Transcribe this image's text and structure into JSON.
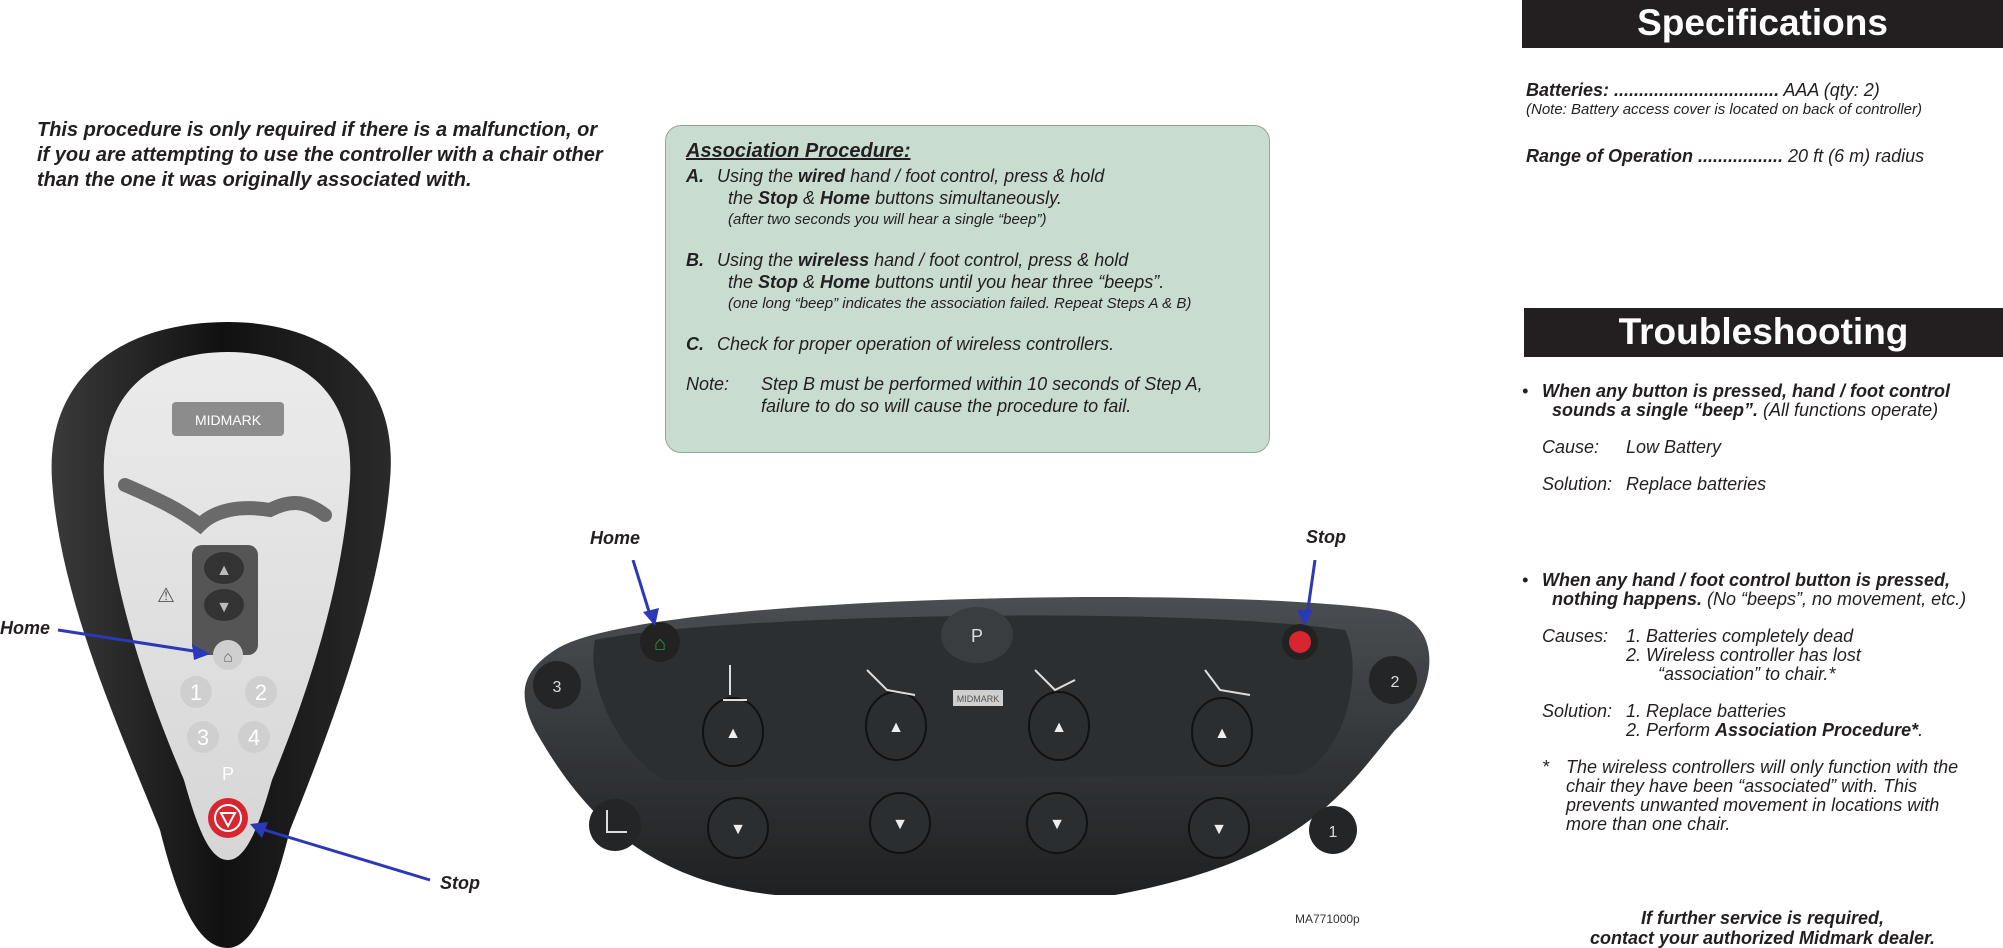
{
  "intro": {
    "lines": [
      "This procedure is only required if there is a malfunction, or",
      "if you are attempting to use the controller with a chair other",
      "than the one it was originally associated with."
    ]
  },
  "association": {
    "title": "Association Procedure:",
    "a_letter": "A.",
    "a1_pre": "Using the ",
    "a1_bold": "wired",
    "a1_post": " hand / foot control, press & hold",
    "a2_pre": "the ",
    "a2_b1": "Stop",
    "a2_mid": " & ",
    "a2_b2": "Home",
    "a2_post": " buttons simultaneously.",
    "a3": "(after two seconds you will hear a single “beep”)",
    "b_letter": "B.",
    "b1_pre": "Using the ",
    "b1_bold": "wireless",
    "b1_post": " hand / foot control, press & hold",
    "b2_pre": "the ",
    "b2_b1": "Stop",
    "b2_mid": " & ",
    "b2_b2": "Home",
    "b2_post": " buttons until you hear three “beeps”.",
    "b3": "(one long “beep” indicates the association failed. Repeat Steps A & B)",
    "c_letter": "C.",
    "c1": "Check for proper operation of wireless controllers.",
    "note_label": "Note:",
    "note1": "Step B must be performed within 10 seconds of Step A,",
    "note2": "failure to do so will cause the procedure to fail."
  },
  "specifications": {
    "title": "Specifications",
    "batteries_label": "Batteries: ",
    "batteries_dots": ".................................",
    "batteries_value": " AAA (qty: 2)",
    "batteries_note": "(Note: Battery access cover is located on back of controller)",
    "range_label": "Range of Operation ",
    "range_dots": ".................",
    "range_value": " 20 ft (6 m) radius"
  },
  "troubleshooting": {
    "title": "Troubleshooting",
    "bullet": "•",
    "t1_line1": "When any button is pressed, hand / foot control",
    "t1_line2_bold": "sounds a single “beep”.",
    "t1_line2_rest": " (All functions operate)",
    "cause_label": "Cause:",
    "cause_value": "Low Battery",
    "solution_label": "Solution:",
    "solution_value": "Replace  batteries",
    "t2_line1": "When any hand / foot control button is pressed,",
    "t2_line2_bold": "nothing happens.",
    "t2_line2_rest": " (No “beeps”, no movement, etc.)",
    "causes_label": "Causes:",
    "causes_1": "1. Batteries completely dead",
    "causes_2": "2. Wireless controller has lost",
    "causes_3": "“association” to chair.*",
    "solution2_label": "Solution:",
    "solution2_1": "1. Replace batteries",
    "solution2_2_pre": "2. Perform ",
    "solution2_2_bold": "Association Procedure*",
    "solution2_2_post": ".",
    "footnote_mark": "*",
    "footnote_lines": [
      "The wireless controllers will only function with the",
      "chair they have been “associated” with. This",
      "prevents unwanted movement in locations with",
      "more than one chair."
    ]
  },
  "final_note": {
    "line1": "If further service is required,",
    "line2": "contact your authorized Midmark dealer."
  },
  "hand_control": {
    "brand": "MIDMARK",
    "buttons": [
      "1",
      "2",
      "3",
      "4",
      "P"
    ],
    "warning_glyph": "⚠",
    "home_callout": "Home",
    "stop_callout": "Stop"
  },
  "foot_control": {
    "brand": "MIDMARK",
    "p_label": "P",
    "side_labels": [
      "3",
      "2",
      "1"
    ],
    "home_callout": "Home",
    "stop_callout": "Stop",
    "part_number": "MA771000p"
  },
  "colors": {
    "box_fill": "#c9dcd0",
    "bar_fill": "#231f20",
    "arrow": "#2b38b8",
    "stop_red": "#d7262f",
    "home_green": "#2e9a3a"
  }
}
